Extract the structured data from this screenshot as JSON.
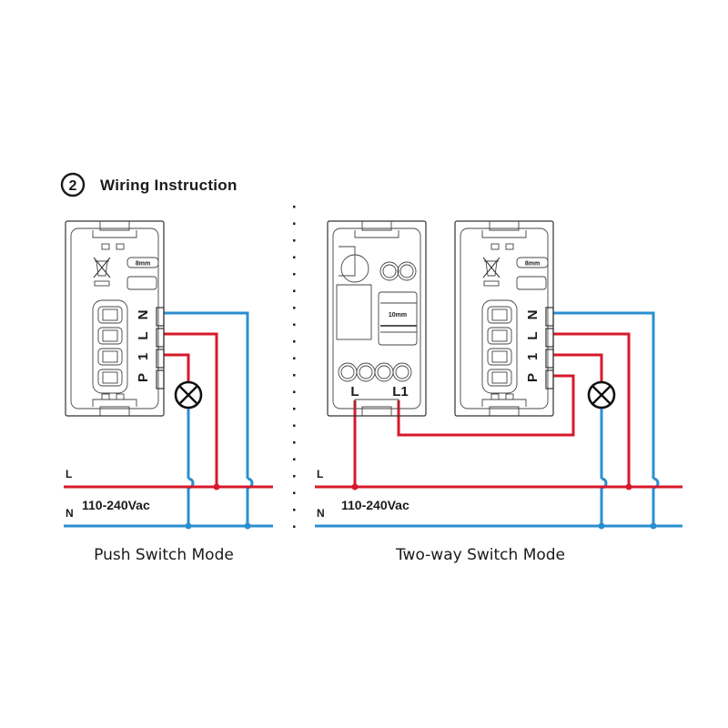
{
  "header": {
    "step_number": "2",
    "title": "Wiring Instruction"
  },
  "push_mode": {
    "caption": "Push Switch Mode",
    "device": {
      "terminals": [
        "N",
        "L",
        "1",
        "P"
      ],
      "strip_length": "8mm"
    },
    "bus": {
      "live_label": "L",
      "neutral_label": "N",
      "voltage": "110-240Vac"
    }
  },
  "twoway_mode": {
    "caption": "Two-way Switch Mode",
    "slave_device": {
      "terminals": [
        "L",
        "L1"
      ],
      "strip_length": "10mm"
    },
    "master_device": {
      "terminals": [
        "N",
        "L",
        "1",
        "P"
      ],
      "strip_length": "8mm"
    },
    "bus": {
      "live_label": "L",
      "neutral_label": "N",
      "voltage": "110-240Vac"
    }
  },
  "colors": {
    "live": "#d7192b",
    "neutral": "#2a8fd0",
    "outline": "#333333"
  }
}
